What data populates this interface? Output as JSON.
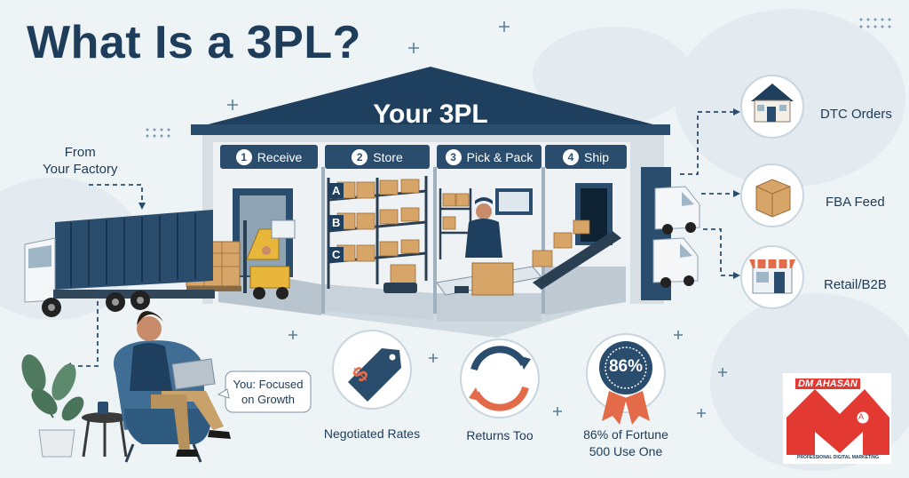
{
  "title": "What Is a 3PL?",
  "origin": {
    "line1": "From",
    "line2": "Your Factory"
  },
  "warehouse": {
    "name": "Your 3PL",
    "steps": [
      {
        "num": "1",
        "label": "Receive"
      },
      {
        "num": "2",
        "label": "Store"
      },
      {
        "num": "3",
        "label": "Pick & Pack"
      },
      {
        "num": "4",
        "label": "Ship"
      }
    ],
    "shelf_labels": [
      "A",
      "B",
      "C"
    ]
  },
  "destinations": [
    {
      "label": "DTC Orders",
      "icon": "house-icon"
    },
    {
      "label": "FBA Feed",
      "icon": "box-icon"
    },
    {
      "label": "Retail/B2B",
      "icon": "storefront-icon"
    }
  ],
  "you": {
    "line1": "You: Focused",
    "line2": "on Growth"
  },
  "benefits": [
    {
      "label": "Negotiated Rates",
      "icon": "price-tag-icon",
      "symbol": "$"
    },
    {
      "label": "Returns Too",
      "icon": "returns-cycle-icon"
    },
    {
      "line1": "86% of Fortune",
      "line2": "500 Use One",
      "badge": "86%",
      "icon": "award-badge-icon"
    }
  ],
  "logo": {
    "text": "DM AHASAN",
    "letter": "A",
    "tagline": "PROFESSIONAL DIGITAL MARKETING"
  },
  "colors": {
    "navy": "#1e3d5a",
    "roof": "#2b4d6d",
    "box": "#d8a569",
    "red": "#e23a33",
    "accent": "#e36b4a"
  }
}
